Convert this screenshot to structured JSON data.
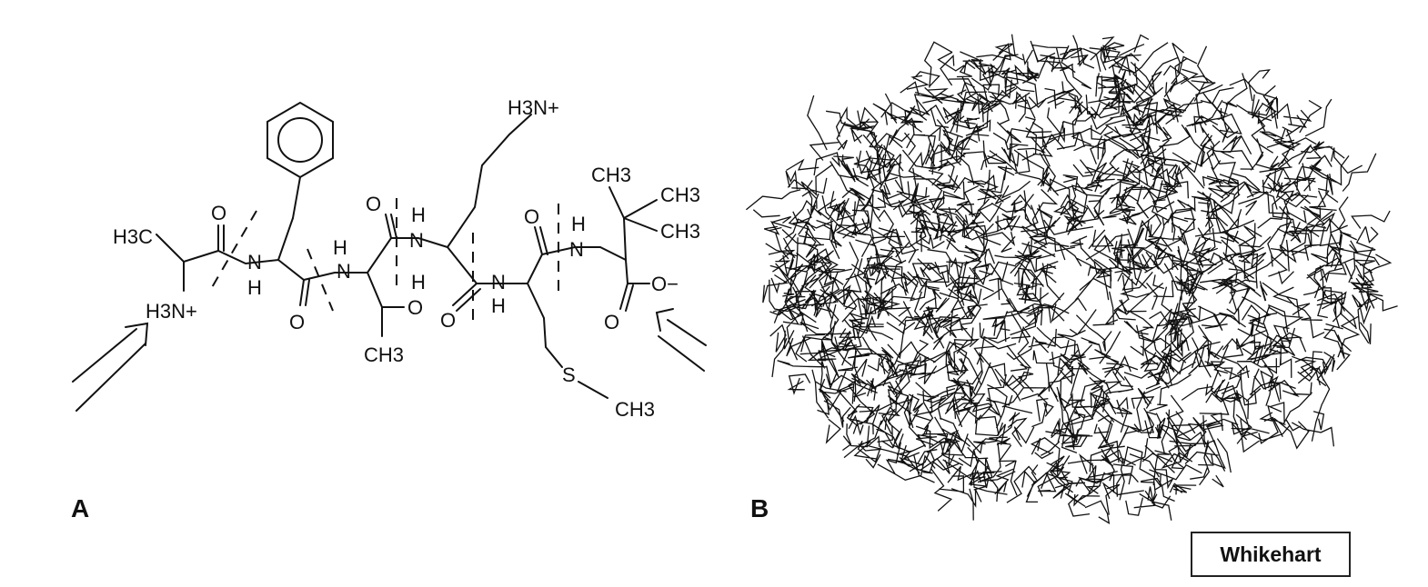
{
  "panels": {
    "a": {
      "label": "A",
      "atom_labels": {
        "h3c_left": "H3C",
        "h3n_plus_left": "H3N+",
        "o_carbonyl_1": "O",
        "nh_phe": "N",
        "h_phe": "H",
        "o_carbonyl_2": "O",
        "nh_thr": "N",
        "h_thr": "H",
        "o_hydroxyl_thr": "O",
        "ch3_thr": "CH3",
        "o_carbonyl_3": "O",
        "h_lys_top": "H",
        "nh_lys": "N",
        "h_lys_bottom": "H",
        "h3n_plus_lys": "H3N+",
        "o_carbonyl_4": "O",
        "nh_met": "N",
        "h_met": "H",
        "s_met": "S",
        "ch3_met": "CH3",
        "o_carbonyl_5": "O",
        "h_tle": "H",
        "nh_tle": "N",
        "ch3_tle_top": "CH3",
        "ch3_tle_right1": "CH3",
        "ch3_tle_right2": "CH3",
        "o_carboxyl": "O",
        "o_minus": "O−"
      }
    },
    "b": {
      "label": "B"
    }
  },
  "credit": "Whikehart",
  "colors": {
    "ink": "#111111",
    "background": "#ffffff"
  }
}
